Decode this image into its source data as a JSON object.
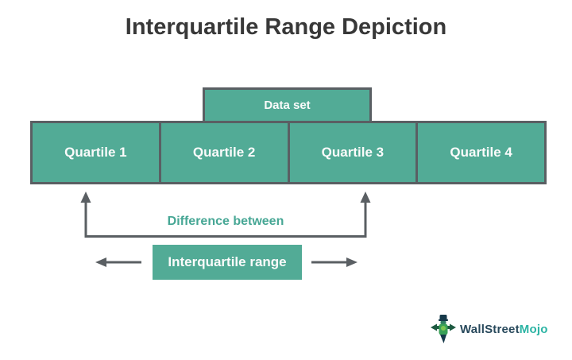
{
  "title": "Interquartile Range Depiction",
  "diagram": {
    "dataset_label": "Data set",
    "quartiles": [
      "Quartile 1",
      "Quartile 2",
      "Quartile 3",
      "Quartile 4"
    ],
    "difference_label": "Difference between",
    "iqr_label": "Interquartile range",
    "bracket": "upward arrows from quartile 1 and quartile 3 joined below",
    "iqr_side_arrows": "left and right arrows flanking interquartile range box"
  },
  "logo": {
    "brand_primary": "WallStreet",
    "brand_secondary": "Mojo",
    "icon": "wallstreetmojo-bull-mascot-icon"
  },
  "colors": {
    "box_fill": "#52ab96",
    "box_border": "#5a5f63",
    "arrow": "#5a5f63",
    "teal_label_text": "#47a795",
    "title_text": "#383838",
    "box_text": "#fbfbfb",
    "logo_dark": "#28495c",
    "logo_teal": "#2cb4a4",
    "background": "#ffffff"
  }
}
